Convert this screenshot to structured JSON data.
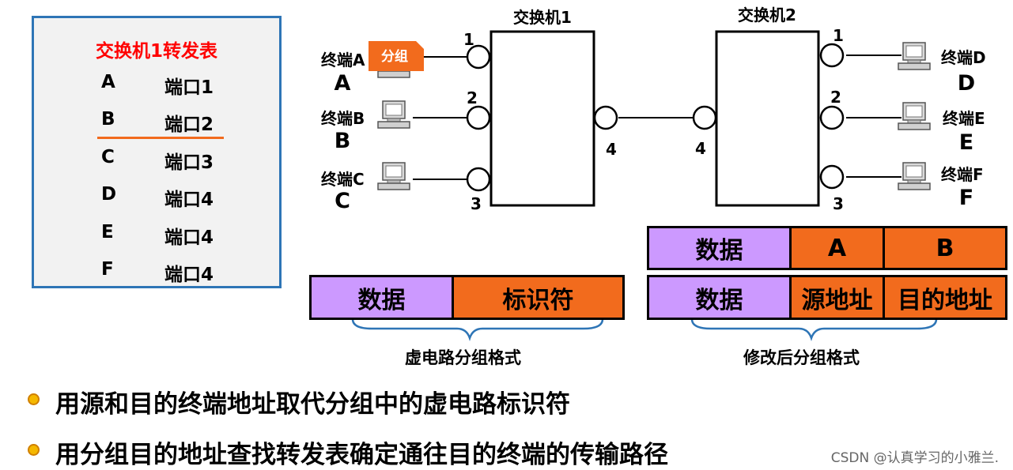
{
  "forward_table": {
    "title": "交换机1转发表",
    "rows": [
      {
        "terminal": "A",
        "port": "端口1"
      },
      {
        "terminal": "B",
        "port": "端口2"
      },
      {
        "terminal": "C",
        "port": "端口3"
      },
      {
        "terminal": "D",
        "port": "端口4"
      },
      {
        "terminal": "E",
        "port": "端口4"
      },
      {
        "terminal": "F",
        "port": "端口4"
      }
    ]
  },
  "switches": {
    "s1": {
      "title": "交换机1"
    },
    "s2": {
      "title": "交换机2"
    }
  },
  "ports": {
    "p1": "1",
    "p2": "2",
    "p3": "3",
    "p4": "4"
  },
  "terminals": {
    "A": {
      "name": "终端A",
      "letter": "A"
    },
    "B": {
      "name": "终端B",
      "letter": "B"
    },
    "C": {
      "name": "终端C",
      "letter": "C"
    },
    "D": {
      "name": "终端D",
      "letter": "D"
    },
    "E": {
      "name": "终端E",
      "letter": "E"
    },
    "F": {
      "name": "终端F",
      "letter": "F"
    }
  },
  "packet_tag": "分组",
  "vc_format": {
    "cells": [
      "数据",
      "标识符"
    ],
    "caption": "虚电路分组格式"
  },
  "modified_format": {
    "top_cells": [
      "数据",
      "A",
      "B"
    ],
    "bottom_cells": [
      "数据",
      "源地址",
      "目的地址"
    ],
    "caption": "修改后分组格式"
  },
  "bullets": [
    "用源和目的终端地址取代分组中的虚电路标识符",
    "用分组目的地址查找转发表确定通往目的终端的传输路径"
  ],
  "watermark": "CSDN @认真学习的小雅兰.",
  "colors": {
    "purple": "#cc99ff",
    "orange": "#f26b1d",
    "red": "#ff0000",
    "border_blue": "#2e75b6"
  }
}
